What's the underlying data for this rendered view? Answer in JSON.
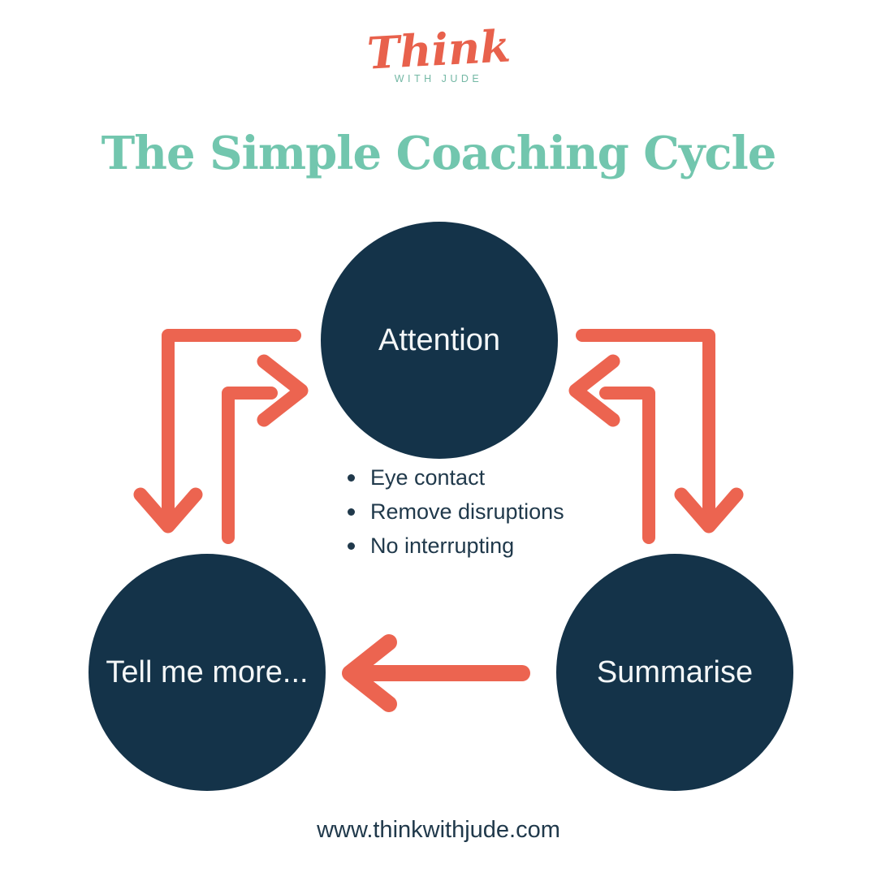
{
  "logo": {
    "brand": "Think",
    "tagline": "WITH JUDE"
  },
  "title": {
    "text": "The Simple Coaching Cycle"
  },
  "diagram": {
    "nodes": [
      {
        "id": "attention",
        "label": "Attention"
      },
      {
        "id": "tell-me-more",
        "label": "Tell me more..."
      },
      {
        "id": "summarise",
        "label": "Summarise"
      }
    ],
    "bullets": [
      "Eye contact",
      "Remove disruptions",
      "No interrupting"
    ],
    "arrows": [
      {
        "from": "attention",
        "to": "tell-me-more",
        "direction": "down-left-side"
      },
      {
        "from": "tell-me-more",
        "to": "attention",
        "direction": "up-right-side"
      },
      {
        "from": "attention",
        "to": "summarise",
        "direction": "down-right-side"
      },
      {
        "from": "summarise",
        "to": "attention",
        "direction": "up-left-side"
      },
      {
        "from": "summarise",
        "to": "tell-me-more",
        "direction": "left"
      }
    ]
  },
  "footer": {
    "url": "www.thinkwithjude.com"
  },
  "colors": {
    "background": "#ffffff",
    "navy_circle": "#143349",
    "orange_arrow": "#ec6450",
    "teal_title": "#72c6ae",
    "teal_tagline": "#74b8a5",
    "coral_logo": "#e8614c",
    "dark_text": "#20394b",
    "circle_text": "#f4f7f8"
  }
}
